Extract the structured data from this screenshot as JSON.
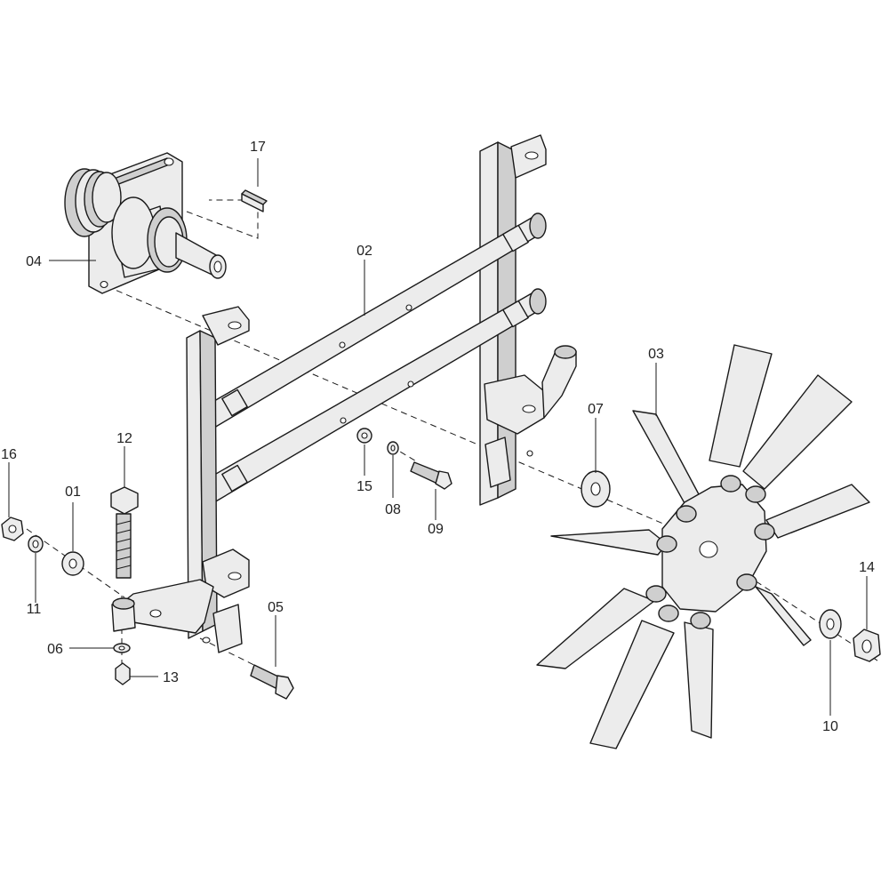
{
  "callouts": {
    "c01": "01",
    "c02": "02",
    "c03": "03",
    "c04": "04",
    "c05": "05",
    "c06": "06",
    "c07": "07",
    "c08": "08",
    "c09": "09",
    "c10": "10",
    "c11": "11",
    "c12": "12",
    "c13": "13",
    "c14": "14",
    "c15": "15",
    "c16": "16",
    "c17": "17"
  },
  "colors": {
    "line": "#1a1a1a",
    "fill": "#ececec",
    "shade": "#cfcfcf",
    "background": "#ffffff"
  }
}
